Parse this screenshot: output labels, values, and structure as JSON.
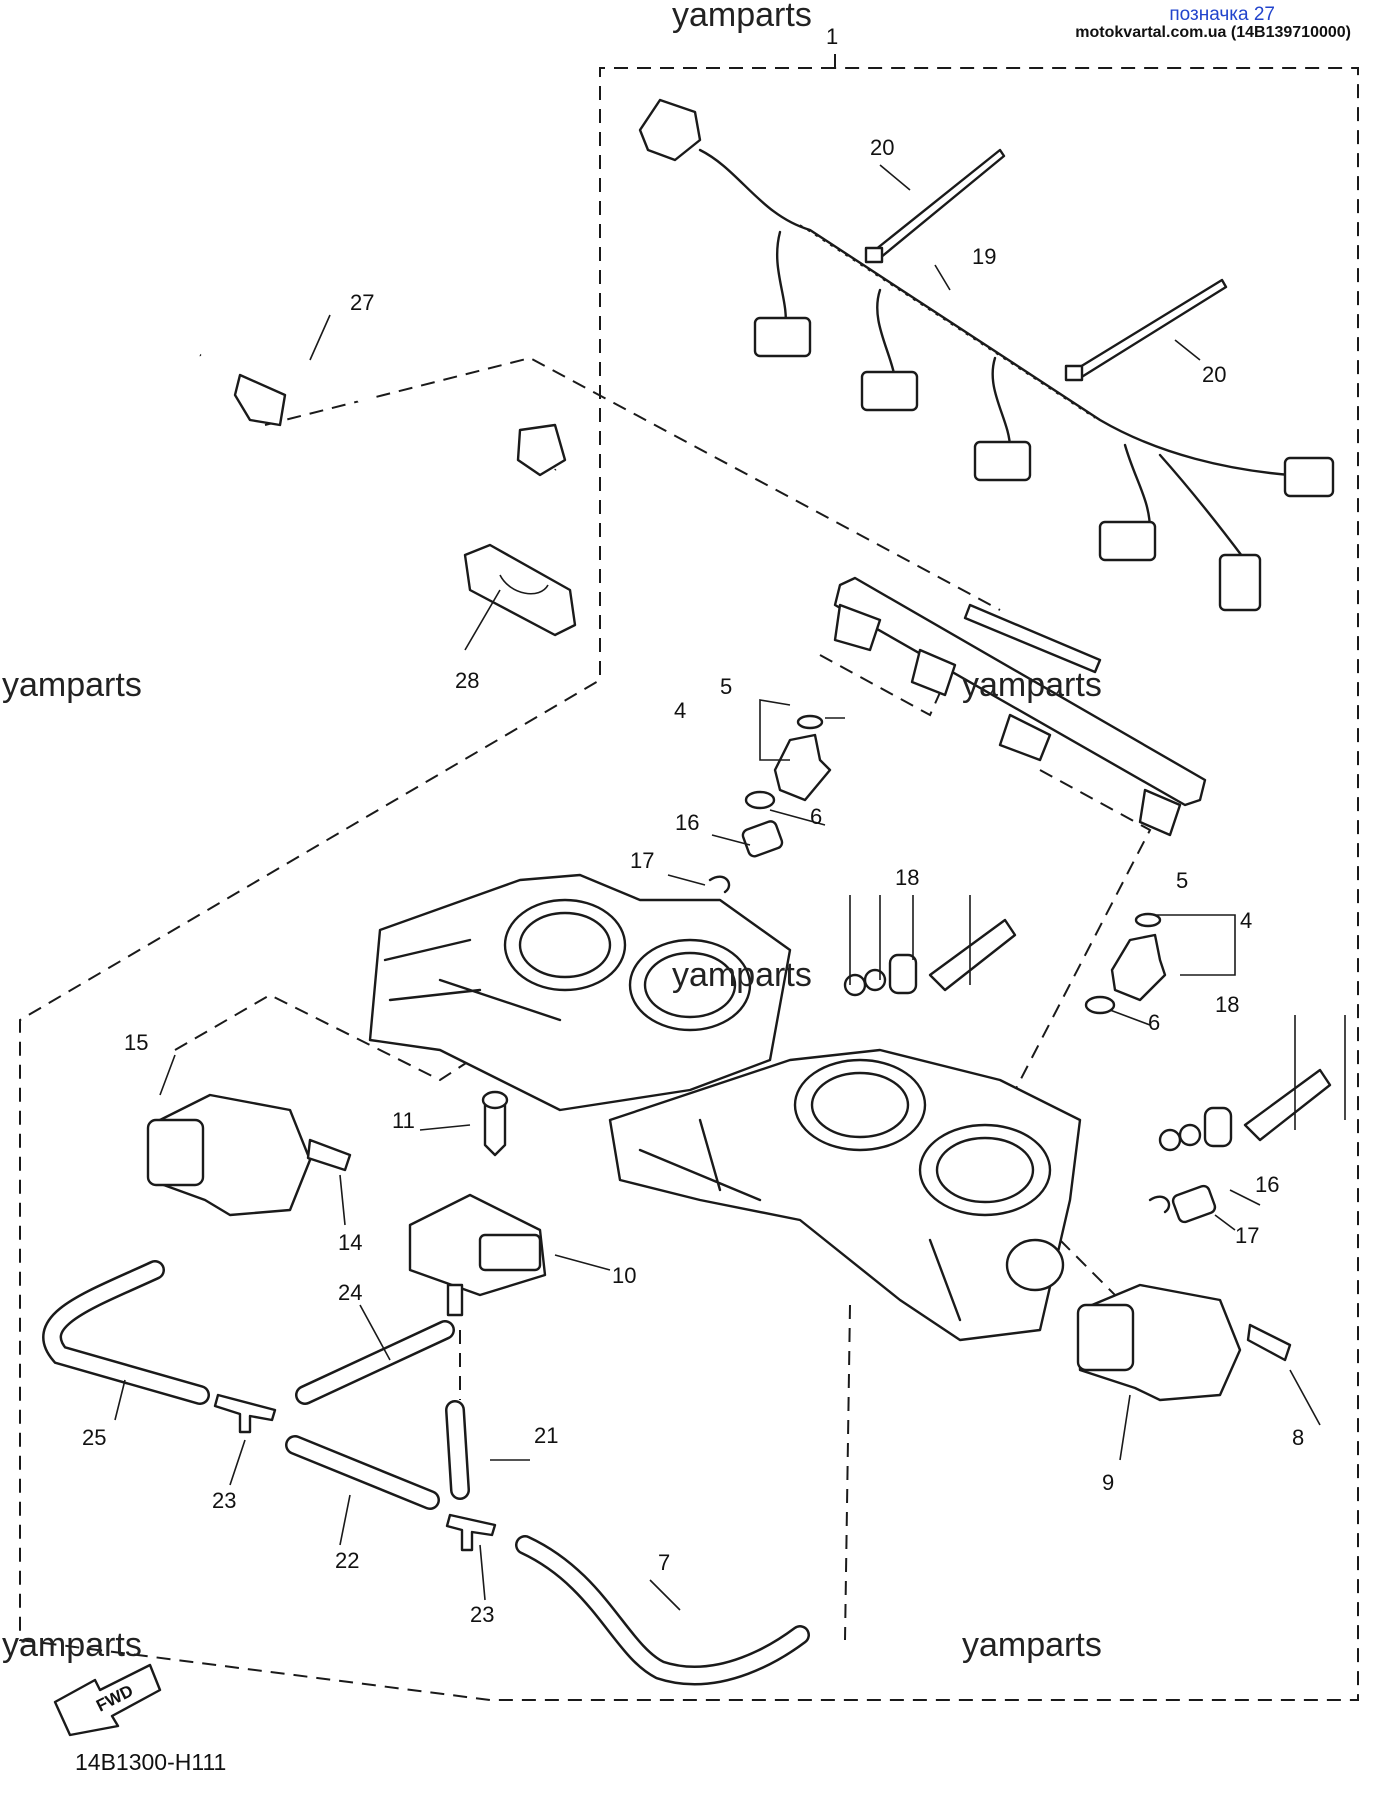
{
  "header": {
    "link_text": "позначка 27",
    "site_text": "motokvartal.com.ua (14B139710000)"
  },
  "watermarks": [
    "yamparts",
    "yamparts",
    "yamparts",
    "yamparts",
    "yamparts",
    "yamparts"
  ],
  "fwd_label": "FWD",
  "reference_code": "14B1300-H111",
  "callouts": [
    "1",
    "4",
    "4",
    "5",
    "5",
    "6",
    "6",
    "7",
    "8",
    "9",
    "10",
    "11",
    "14",
    "15",
    "16",
    "16",
    "17",
    "17",
    "18",
    "18",
    "19",
    "20",
    "20",
    "21",
    "22",
    "23",
    "23",
    "24",
    "25",
    "27",
    "28"
  ],
  "icons": {
    "fwd": "forward-arrow-icon"
  }
}
